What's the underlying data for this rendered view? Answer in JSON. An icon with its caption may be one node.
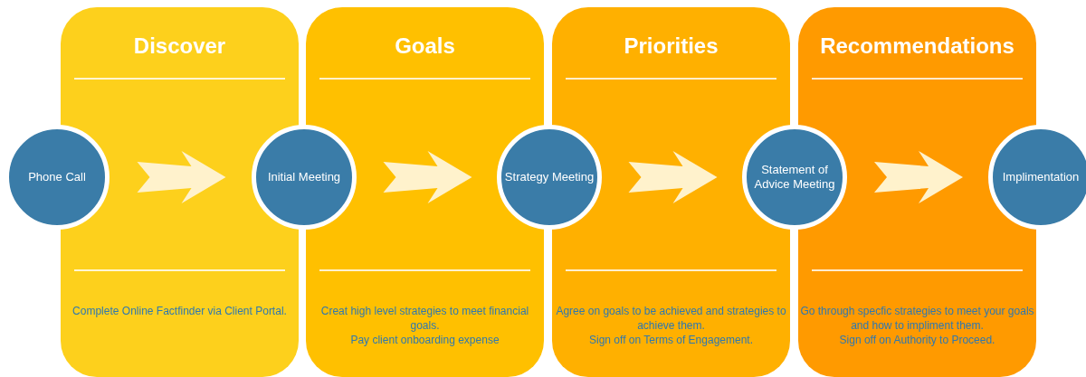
{
  "diagram": {
    "nodes": [
      {
        "text": [
          "Discover",
          "Complete Online Factfinder via Client Portal."
        ]
      },
      {
        "text": [
          "Goals",
          "Creat high level strategies to meet financial goals.",
          "Pay client onboarding expense"
        ]
      },
      {
        "text": [
          "Priorities",
          "Agree on goals to be achieved and strategies to achieve them.",
          "Sign off on Terms of Engagement."
        ]
      },
      {
        "text": [
          "Recommendations",
          "Go through specfic strategies to meet your goals and how to impliment them.",
          "Sign off on Authority to Proceed."
        ]
      },
      {
        "text": [
          "Phone Call"
        ]
      },
      {
        "text": [
          "Initial Meeting"
        ]
      },
      {
        "text": [
          "Strategy Meeting"
        ]
      },
      {
        "text": [
          "Statement of Advice Meeting"
        ]
      },
      {
        "text": [
          "Implimentation"
        ]
      }
    ],
    "edges": [
      {
        "from": 4,
        "to": 5,
        "arrow": "to"
      },
      {
        "from": 5,
        "to": 6,
        "arrow": "to"
      },
      {
        "from": 6,
        "to": 7,
        "arrow": "to"
      },
      {
        "from": 7,
        "to": 8,
        "arrow": "to"
      }
    ]
  }
}
